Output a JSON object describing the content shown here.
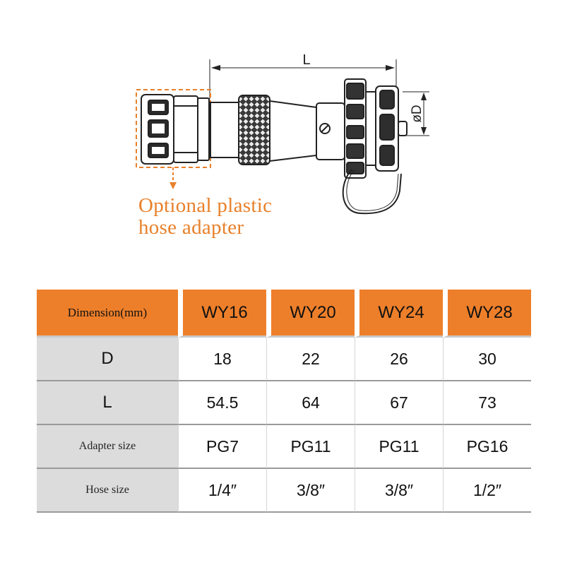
{
  "diagram": {
    "length_label": "L",
    "diameter_label": "øD",
    "adapter_caption": [
      "Optional plastic",
      "hose adapter"
    ]
  },
  "colors": {
    "accent": "#ee7f2a",
    "label_bg": "#dcdcdc"
  },
  "table": {
    "corner": "Dimension(mm)",
    "models": [
      "WY16",
      "WY20",
      "WY24",
      "WY28"
    ],
    "rows": [
      {
        "label": "D",
        "values": [
          "18",
          "22",
          "26",
          "30"
        ]
      },
      {
        "label": "L",
        "values": [
          "54.5",
          "64",
          "67",
          "73"
        ]
      },
      {
        "label": "Adapter size",
        "values": [
          "PG7",
          "PG11",
          "PG11",
          "PG16"
        ]
      },
      {
        "label": "Hose size",
        "values": [
          "1/4″",
          "3/8″",
          "3/8″",
          "1/2″"
        ]
      }
    ]
  }
}
